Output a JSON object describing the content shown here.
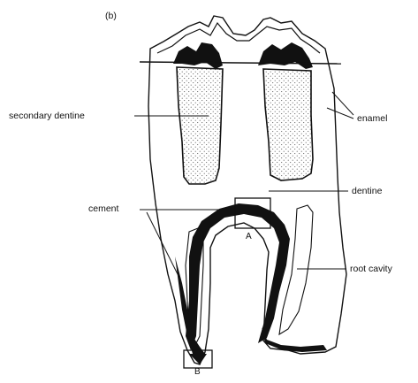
{
  "panel_label": "(b)",
  "labels": {
    "secondary_dentine": "secondary dentine",
    "enamel": "enamel",
    "dentine": "dentine",
    "cement": "cement",
    "root_cavity": "root cavity",
    "marker_a": "A",
    "marker_b": "B"
  },
  "colors": {
    "ink": "#111111",
    "stipple": "#555555",
    "paper": "#ffffff"
  }
}
